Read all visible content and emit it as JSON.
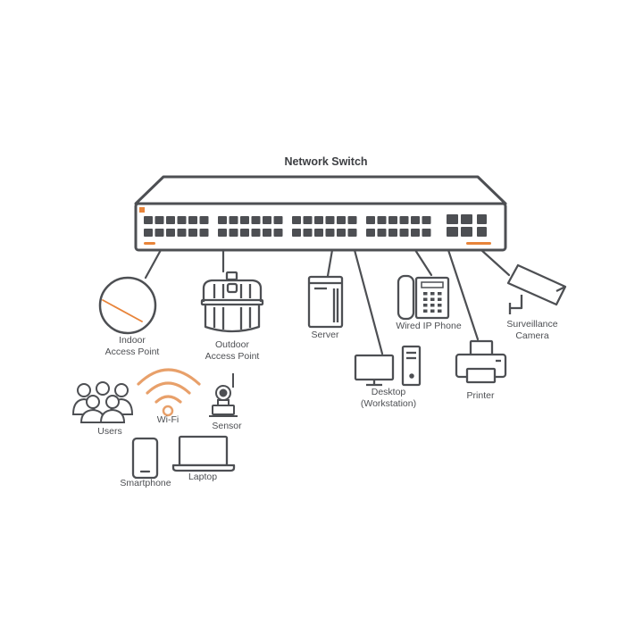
{
  "title": "Network Switch",
  "labels": {
    "indoor_ap": "Indoor\nAccess Point",
    "outdoor_ap": "Outdoor\nAccess Point",
    "server": "Server",
    "desktop": "Desktop\n(Workstation)",
    "ip_phone": "Wired IP Phone",
    "printer": "Printer",
    "camera": "Surveillance\nCamera",
    "users": "Users",
    "wifi": "Wi-Fi",
    "sensor": "Sensor",
    "smartphone": "Smartphone",
    "laptop": "Laptop"
  },
  "colors": {
    "line": "#4d4f53",
    "accent": "#e8843a",
    "wifi": "#e8a06a",
    "port": "#4d4f53"
  },
  "switch": {
    "port_groups": 4,
    "ports_per_group_per_row": 6,
    "sfp_ports_per_row": 3
  }
}
